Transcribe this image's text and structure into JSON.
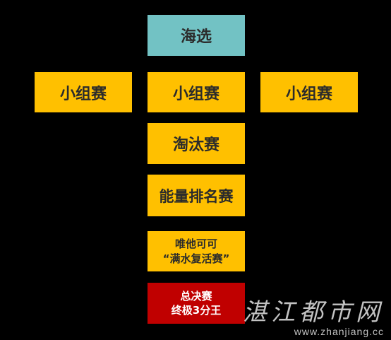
{
  "nodes": {
    "haixuan": "海选",
    "group_left": "小组赛",
    "group_center": "小组赛",
    "group_right": "小组赛",
    "taotai": "淘汰赛",
    "ranking": "能量排名赛",
    "revive_line1": "唯他可可",
    "revive_line2": "“满水复活赛”",
    "final_line1": "总决赛",
    "final_line2": "终极3分王"
  },
  "watermark": {
    "site_name": "湛江都市网",
    "url": "www.zhanjiang.cc"
  },
  "colors": {
    "background": "#000000",
    "top_box": "#72c2c4",
    "stage_box": "#ffc000",
    "final_box": "#c00000"
  }
}
